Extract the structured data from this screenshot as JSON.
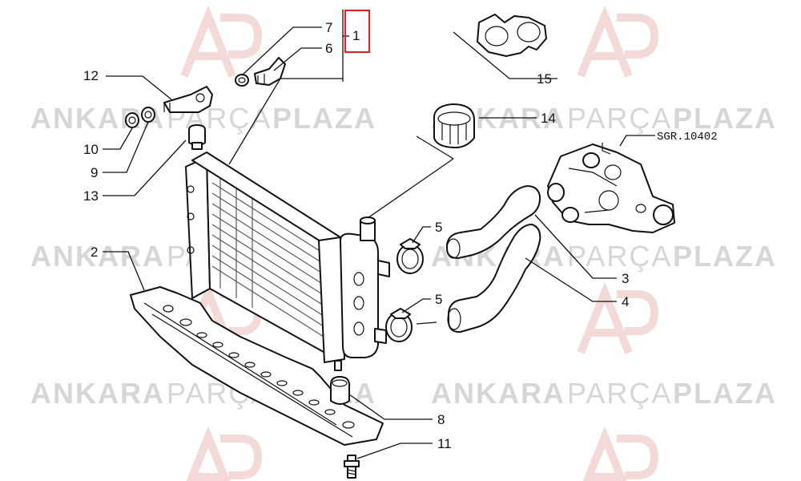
{
  "watermark": {
    "word1": "ANKARA",
    "word2": "PARÇA",
    "word3": "PLAZA",
    "logo_text": "AP"
  },
  "callouts": {
    "c1": "1",
    "c2": "2",
    "c3": "3",
    "c4": "4",
    "c5a": "5",
    "c5b": "5",
    "c6": "6",
    "c7": "7",
    "c8": "8",
    "c9": "9",
    "c10": "10",
    "c11": "11",
    "c12": "12",
    "c13": "13",
    "c14": "14",
    "c15": "15"
  },
  "reference_code": "SGR.10402",
  "colors": {
    "highlight": "#d62828",
    "watermark": "#d6d6d6",
    "line": "#111111"
  }
}
